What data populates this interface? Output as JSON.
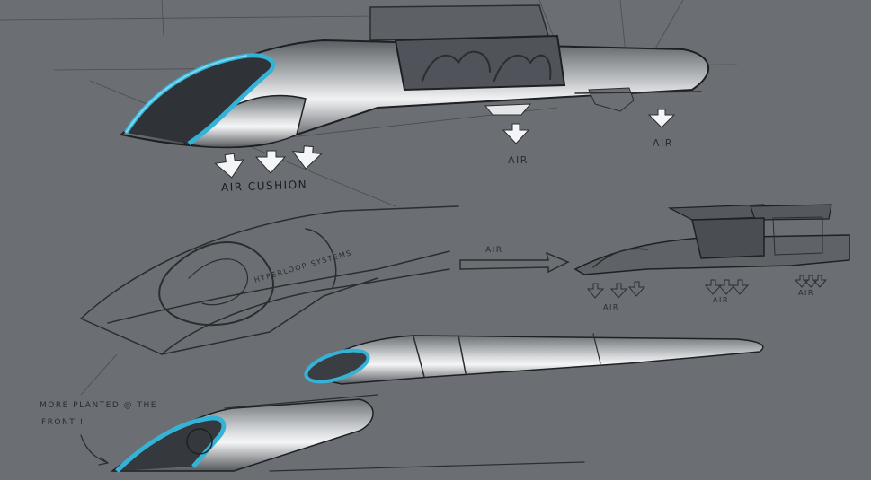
{
  "image": {
    "subject": "Hyperloop capsule concept sketches",
    "background_color": "#6b6f73",
    "accent_color": "#35b3d6",
    "body_highlight_color": "#e6e8ea",
    "ink_color": "#1a1c1f"
  },
  "annotations": {
    "air_cushion": "AIR CUSHION",
    "air_top_middle": "AIR",
    "air_top_right": "AIR",
    "hyperloop_systems": "HYPERLOOP SYSTEMS",
    "air_arrow": "AIR",
    "air_small_left": "AIR",
    "air_small_middle": "AIR",
    "air_small_right": "AIR",
    "more_planted_line1": "MORE PLANTED @ THE",
    "more_planted_line2": "FRONT !"
  },
  "sketches": [
    {
      "name": "capsule-top-open-doors",
      "features": [
        "blue nose window",
        "open gull-wing doors",
        "seated passengers",
        "air cushion arrows"
      ]
    },
    {
      "name": "capsule-wireframe-hyperloop-systems",
      "features": [
        "outline sketch",
        "hyperloop systems label"
      ]
    },
    {
      "name": "capsule-small-side-view",
      "features": [
        "open doors",
        "air inflow arrow",
        "air outflow arrows"
      ]
    },
    {
      "name": "capsule-long-streamlined",
      "features": [
        "blue nose window",
        "segmented body"
      ]
    },
    {
      "name": "capsule-bottom-front",
      "features": [
        "blue nose window",
        "front perspective"
      ]
    }
  ]
}
